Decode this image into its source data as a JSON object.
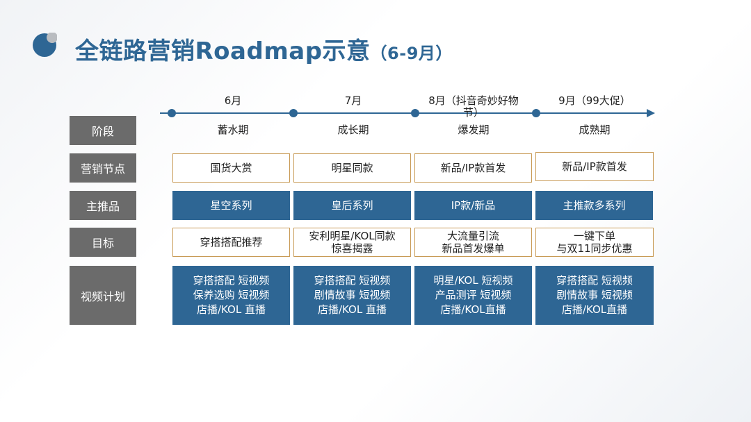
{
  "title": {
    "main": "全链路营销Roadmap示意",
    "sub": "（6-9月）"
  },
  "colors": {
    "primary_blue": "#2e6694",
    "label_gray": "#6b6b6b",
    "accent_border": "#c89a55"
  },
  "timeline": [
    {
      "month": "6月",
      "phase": "蓄水期"
    },
    {
      "month": "7月",
      "phase": "成长期"
    },
    {
      "month": "8月（抖音奇妙好物节）",
      "phase": "爆发期"
    },
    {
      "month": "9月（99大促）",
      "phase": "成熟期"
    }
  ],
  "rows": [
    {
      "label": "阶段"
    },
    {
      "label": "营销节点",
      "cells": [
        [
          "国货大赏"
        ],
        [
          "明星同款"
        ],
        [
          "新品/IP款首发"
        ],
        [
          "新品/IP款首发"
        ]
      ]
    },
    {
      "label": "主推品",
      "cells": [
        [
          "星空系列"
        ],
        [
          "皇后系列"
        ],
        [
          "IP款/新品"
        ],
        [
          "主推款多系列"
        ]
      ]
    },
    {
      "label": "目标",
      "cells": [
        [
          "穿搭搭配推荐"
        ],
        [
          "安利明星/KOL同款",
          "惊喜揭露"
        ],
        [
          "大流量引流",
          "新品首发爆单"
        ],
        [
          "一键下单",
          "与双11同步优惠"
        ]
      ]
    },
    {
      "label": "视频计划",
      "cells": [
        [
          "穿搭搭配 短视频",
          "保养选购 短视频",
          "店播/KOL 直播"
        ],
        [
          "穿搭搭配 短视频",
          "剧情故事 短视频",
          "店播/KOL 直播"
        ],
        [
          "明星/KOL 短视频",
          "产品测评 短视频",
          "店播/KOL直播"
        ],
        [
          "穿搭搭配 短视频",
          "剧情故事 短视频",
          "店播/KOL直播"
        ]
      ]
    }
  ]
}
